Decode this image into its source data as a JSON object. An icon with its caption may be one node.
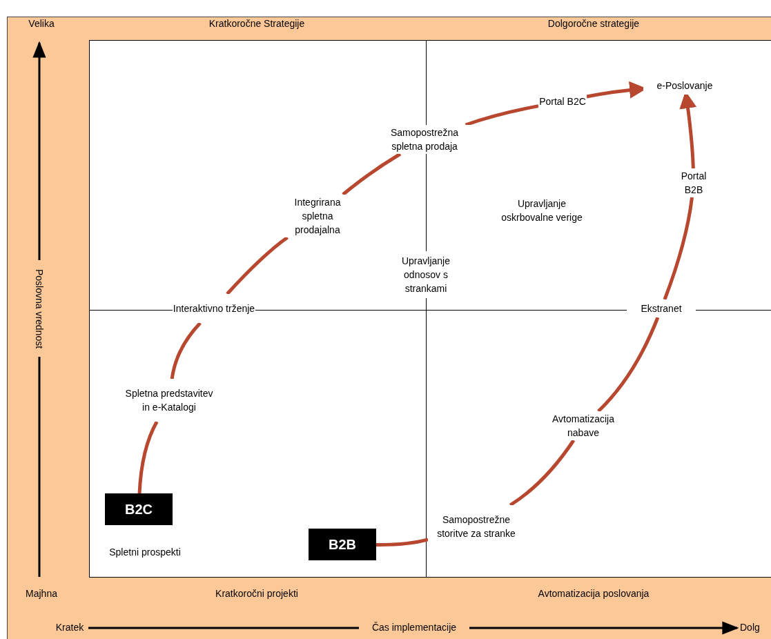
{
  "diagram": {
    "nodes": [
      {
        "text": [
          "B2C"
        ]
      },
      {
        "text": [
          "Spletna predstavitev in e-Katalogi"
        ]
      },
      {
        "text": [
          "Interaktivno trženje"
        ]
      },
      {
        "text": [
          "Integrirana spletna prodajalna"
        ]
      },
      {
        "text": [
          "Samopostrežna spletna prodaja"
        ]
      },
      {
        "text": [
          "Portal B2C"
        ]
      },
      {
        "text": [
          "e-Poslovanje"
        ]
      },
      {
        "text": [
          "B2B"
        ]
      },
      {
        "text": [
          "Samopostrežne storitve za stranke"
        ]
      },
      {
        "text": [
          "Avtomatizacija nabave"
        ]
      },
      {
        "text": [
          "Ekstranet"
        ]
      },
      {
        "text": [
          "Portal B2B"
        ]
      }
    ],
    "edges": [
      {
        "from": 0,
        "to": 1,
        "arrow": "none"
      },
      {
        "from": 1,
        "to": 2,
        "arrow": "none"
      },
      {
        "from": 2,
        "to": 3,
        "arrow": "none"
      },
      {
        "from": 3,
        "to": 4,
        "arrow": "none"
      },
      {
        "from": 4,
        "to": 5,
        "arrow": "none"
      },
      {
        "from": 5,
        "to": 6,
        "arrow": "to"
      },
      {
        "from": 7,
        "to": 8,
        "arrow": "none"
      },
      {
        "from": 8,
        "to": 9,
        "arrow": "none"
      },
      {
        "from": 9,
        "to": 10,
        "arrow": "none"
      },
      {
        "from": 10,
        "to": 11,
        "arrow": "none"
      },
      {
        "from": 11,
        "to": 6,
        "arrow": "to"
      }
    ],
    "labels": [
      "Velika",
      "Kratkoročne Strategije",
      "Dolgoročne strategije",
      "Poslovna vrednost",
      "Upravljanje oskrbovalne verige",
      "Upravljanje odnosov s strankami",
      "Spletni prospekti",
      "Majhna",
      "Kratkoročni projekti",
      "Avtomatizacija poslovanja",
      "Kratek",
      "Čas implementacije",
      "Dolg"
    ]
  }
}
